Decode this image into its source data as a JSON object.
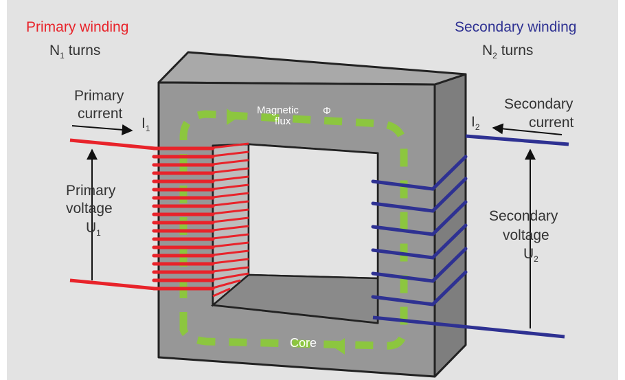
{
  "primary": {
    "title": "Primary winding",
    "turns_n": "N",
    "turns_sub": "1",
    "turns_word": " turns",
    "current_line1": "Primary",
    "current_line2": "current",
    "current_symbol": "I",
    "current_sub": "1",
    "voltage_line1": "Primary",
    "voltage_line2": "voltage",
    "voltage_symbol": "U",
    "voltage_sub": "1"
  },
  "secondary": {
    "title": "Secondary winding",
    "turns_n": "N",
    "turns_sub": "2",
    "turns_word": " turns",
    "current_line1": "Secondary",
    "current_line2": "current",
    "current_symbol": "I",
    "current_sub": "2",
    "voltage_line1": "Secondary",
    "voltage_line2": "voltage",
    "voltage_symbol": "U",
    "voltage_sub": "2"
  },
  "flux": {
    "line1": "Magnetic",
    "line2": "flux",
    "symbol": "Φ"
  },
  "core": {
    "label": "Core"
  },
  "colors": {
    "background": "#e3e3e3",
    "primary": "#e8232a",
    "secondary": "#2e3192",
    "flux": "#8cc63f",
    "core_face": "#979797",
    "core_top": "#a9a9a9",
    "core_side": "#7e7e7e",
    "window": "#e3e3e3",
    "text": "#333333",
    "white_text": "#ffffff"
  }
}
